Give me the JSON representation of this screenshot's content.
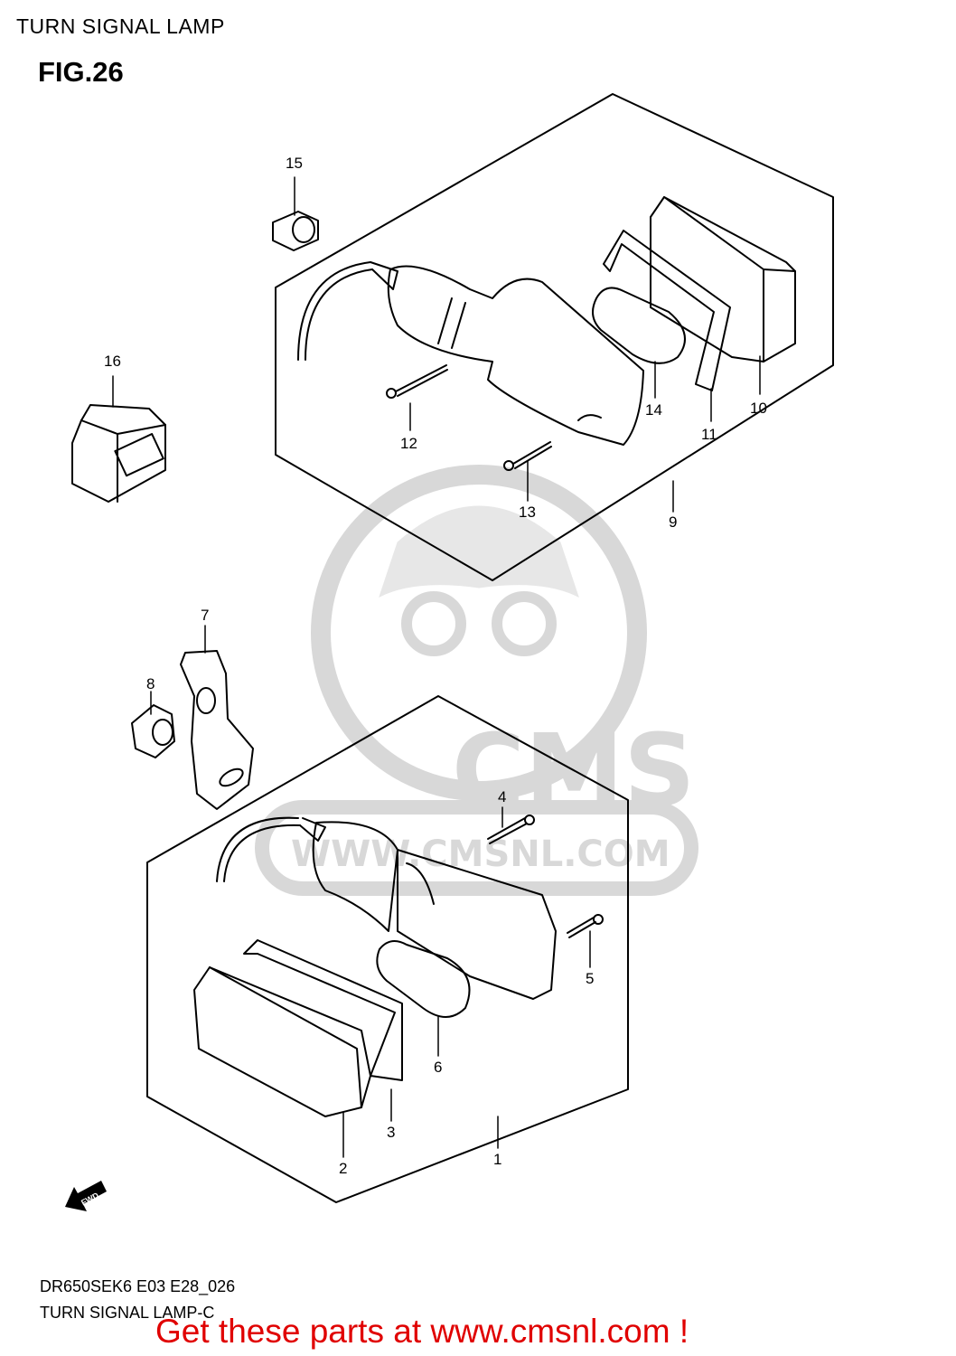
{
  "header": {
    "title": "TURN SIGNAL LAMP",
    "figure": "FIG.26"
  },
  "diagram": {
    "callouts": [
      "1",
      "2",
      "3",
      "4",
      "5",
      "6",
      "7",
      "8",
      "9",
      "10",
      "11",
      "12",
      "13",
      "14",
      "15",
      "16"
    ],
    "fwd_label": "FWD",
    "watermark": {
      "brand": "CMS",
      "url": "WWW.CMSNL.COM"
    }
  },
  "footer": {
    "code": "DR650SEK6 E03 E28_026",
    "name": "TURN SIGNAL LAMP-C",
    "cta": "Get these parts at www.cmsnl.com !"
  },
  "colors": {
    "line": "#000000",
    "watermark": "#d8d8d8",
    "cta": "#e00000"
  }
}
